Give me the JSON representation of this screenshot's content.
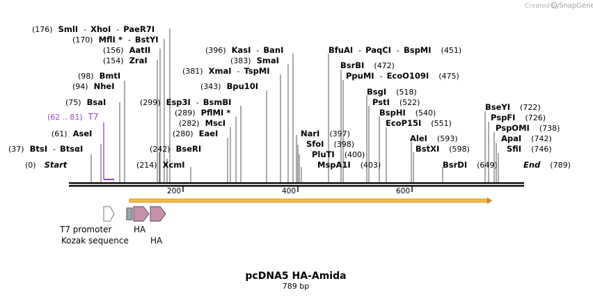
{
  "credit": {
    "prefix": "Created by",
    "brand": "SnapGene"
  },
  "title": "pcDNA5 HA-Amida",
  "length": "789 bp",
  "ruler_ticks": [
    "200",
    "400",
    "600"
  ],
  "sites": [
    {
      "pos": "(176)",
      "names": [
        "SmlI",
        "XhoI",
        "PaeR7I"
      ]
    },
    {
      "pos": "(170)",
      "names": [
        "MflI *",
        "BstYI"
      ]
    },
    {
      "pos": "(156)",
      "names": [
        "AatII"
      ]
    },
    {
      "pos": "(154)",
      "names": [
        "ZraI"
      ]
    },
    {
      "pos": "(98)",
      "names": [
        "BmtI"
      ]
    },
    {
      "pos": "(94)",
      "names": [
        "NheI"
      ]
    },
    {
      "pos": "(75)",
      "names": [
        "BsaI"
      ]
    },
    {
      "pos": "(61)",
      "names": [
        "AseI"
      ]
    },
    {
      "pos": "(37)",
      "names": [
        "BtsI",
        "BtsαI"
      ]
    },
    {
      "pos": "(0)",
      "names": [
        "Start"
      ]
    },
    {
      "pos": "(299)",
      "names": [
        "Esp3I",
        "BsmBI"
      ]
    },
    {
      "pos": "(289)",
      "names": [
        "PflMI *"
      ]
    },
    {
      "pos": "(282)",
      "names": [
        "MscI"
      ]
    },
    {
      "pos": "(280)",
      "names": [
        "EaeI"
      ]
    },
    {
      "pos": "(242)",
      "names": [
        "BseRI"
      ]
    },
    {
      "pos": "(214)",
      "names": [
        "XcmI"
      ]
    },
    {
      "pos": "(396)",
      "names": [
        "KasI",
        "BanI"
      ]
    },
    {
      "pos": "(383)",
      "names": [
        "SmaI"
      ]
    },
    {
      "pos": "(381)",
      "names": [
        "XmaI",
        "TspMI"
      ]
    },
    {
      "pos": "(343)",
      "names": [
        "Bpu10I"
      ]
    },
    {
      "pos": "(451)",
      "names": [
        "BfuAI",
        "PaqCI",
        "BspMI"
      ]
    },
    {
      "pos": "(472)",
      "names": [
        "BsrBI"
      ]
    },
    {
      "pos": "(475)",
      "names": [
        "PpuMI",
        "EcoO109I"
      ]
    },
    {
      "pos": "(518)",
      "names": [
        "BsgI"
      ]
    },
    {
      "pos": "(522)",
      "names": [
        "PstI"
      ]
    },
    {
      "pos": "(540)",
      "names": [
        "BspHI"
      ]
    },
    {
      "pos": "(551)",
      "names": [
        "EcoP15I"
      ]
    },
    {
      "pos": "(397)",
      "names": [
        "NarI"
      ]
    },
    {
      "pos": "(398)",
      "names": [
        "SfoI"
      ]
    },
    {
      "pos": "(400)",
      "names": [
        "PluTI"
      ]
    },
    {
      "pos": "(403)",
      "names": [
        "MspA1I"
      ]
    },
    {
      "pos": "(593)",
      "names": [
        "AleI"
      ]
    },
    {
      "pos": "(598)",
      "names": [
        "BstXI"
      ]
    },
    {
      "pos": "(649)",
      "names": [
        "BsrDI"
      ]
    },
    {
      "pos": "(722)",
      "names": [
        "BseYI"
      ]
    },
    {
      "pos": "(726)",
      "names": [
        "PspFI"
      ]
    },
    {
      "pos": "(738)",
      "names": [
        "PspOMI"
      ]
    },
    {
      "pos": "(742)",
      "names": [
        "ApaI"
      ]
    },
    {
      "pos": "(746)",
      "names": [
        "SfiI"
      ]
    },
    {
      "pos": "(789)",
      "names": [
        "End"
      ]
    }
  ],
  "primer": {
    "range": "(62 .. 81)",
    "name": "T7",
    "color": "#9a3fd0"
  },
  "features": {
    "t7_promoter": "T7 promoter",
    "kozak": "Kozak sequence",
    "ha1": "HA",
    "ha2": "HA"
  },
  "colors": {
    "orf": "#f5b945",
    "ha": "#c890ad",
    "kozak": "#a0a4aa",
    "promoter": "#ffffff"
  }
}
